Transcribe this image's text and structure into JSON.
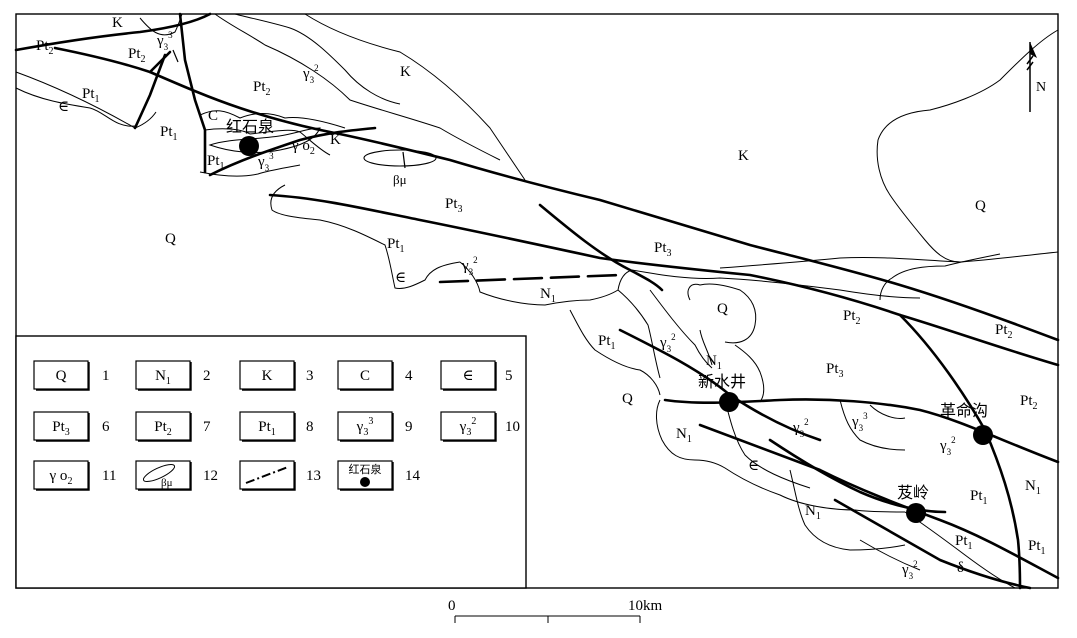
{
  "map_labels": {
    "K_top": "K",
    "Pt2_a": "Pt",
    "Pt2_a_sub": "2",
    "Pt2_b": "Pt",
    "Pt2_b_sub": "2",
    "gamma33_top": "γ",
    "gamma33_top_sub": "3",
    "gamma33_top_sup": "3",
    "gamma32_top": "γ",
    "gamma32_top_sub": "3",
    "gamma32_top_sup": "2",
    "K_north": "K",
    "Pt1_west": "Pt",
    "Pt1_west_sub": "1",
    "cambrian_west": "∈",
    "Pt2_mid": "Pt",
    "Pt2_mid_sub": "2",
    "C_label": "C",
    "Pt1_mid": "Pt",
    "Pt1_mid_sub": "1",
    "Pt1_small": "Pt",
    "Pt1_small_sub": "1",
    "gamma33_hsq": "γ",
    "gamma33_hsq_sub": "3",
    "gamma33_hsq_sup": "3",
    "gammao2": "γ o",
    "gammao2_sub": "2",
    "K_hsq": "K",
    "hongshiquan": "红石泉",
    "beta_mu": "βμ",
    "K_center": "K",
    "Pt3_center": "Pt",
    "Pt3_center_sub": "3",
    "Q_west": "Q",
    "Q_east": "Q",
    "Pt1_sw": "Pt",
    "Pt1_sw_sub": "1",
    "cambrian_sw": "∈",
    "gamma32_sw": "γ",
    "gamma32_sw_sub": "3",
    "gamma32_sw_sup": "2",
    "N1_center": "N",
    "N1_center_sub": "1",
    "Pt3_east": "Pt",
    "Pt3_east_sub": "3",
    "Q_center": "Q",
    "Pt1_se": "Pt",
    "Pt1_se_sub": "1",
    "gamma32_se": "γ",
    "gamma32_se_sub": "3",
    "gamma32_se_sup": "2",
    "N1_xsj": "N",
    "N1_xsj_sub": "1",
    "xinshuijing": "新水井",
    "Pt2_se": "Pt",
    "Pt2_se_sub": "2",
    "Pt3_se": "Pt",
    "Pt3_se_sub": "3",
    "Pt2_far": "Pt",
    "Pt2_far_sub": "2",
    "Pt2_far2": "Pt",
    "Pt2_far2_sub": "2",
    "Q_south": "Q",
    "geminggou": "革命沟",
    "N1_s1": "N",
    "N1_s1_sub": "1",
    "gamma32_s": "γ",
    "gamma32_s_sub": "3",
    "gamma32_s_sup": "2",
    "gamma33_s": "γ",
    "gamma33_s_sub": "3",
    "gamma33_s_sup": "3",
    "gamma32_gmg": "γ",
    "gamma32_gmg_sub": "3",
    "gamma32_gmg_sup": "2",
    "cambrian_s": "∈",
    "baling": "芨岭",
    "Pt1_bl": "Pt",
    "Pt1_bl_sub": "1",
    "N1_east": "N",
    "N1_east_sub": "1",
    "N1_s2": "N",
    "N1_s2_sub": "1",
    "Pt1_s": "Pt",
    "Pt1_s_sub": "1",
    "Pt1_far": "Pt",
    "Pt1_far_sub": "1",
    "delta": "δ",
    "gamma32_bot": "γ",
    "gamma32_bot_sub": "3",
    "gamma32_bot_sup": "2",
    "north_arrow": "N"
  },
  "legend": [
    {
      "num": "1",
      "main": "Q",
      "sub": "",
      "sup": ""
    },
    {
      "num": "2",
      "main": "N",
      "sub": "1",
      "sup": ""
    },
    {
      "num": "3",
      "main": "K",
      "sub": "",
      "sup": ""
    },
    {
      "num": "4",
      "main": "C",
      "sub": "",
      "sup": ""
    },
    {
      "num": "5",
      "main": "∈",
      "sub": "",
      "sup": ""
    },
    {
      "num": "6",
      "main": "Pt",
      "sub": "3",
      "sup": ""
    },
    {
      "num": "7",
      "main": "Pt",
      "sub": "2",
      "sup": ""
    },
    {
      "num": "8",
      "main": "Pt",
      "sub": "1",
      "sup": ""
    },
    {
      "num": "9",
      "main": "γ",
      "sub": "3",
      "sup": "3"
    },
    {
      "num": "10",
      "main": "γ",
      "sub": "3",
      "sup": "2"
    },
    {
      "num": "11",
      "main": "γ o",
      "sub": "2",
      "sup": ""
    },
    {
      "num": "12",
      "main": "βμ",
      "sub": "",
      "sup": ""
    },
    {
      "num": "13",
      "main": "",
      "sub": "",
      "sup": ""
    },
    {
      "num": "14",
      "main": "红石泉",
      "sub": "",
      "sup": ""
    }
  ],
  "scale_bar": {
    "start": "0",
    "end": "10km"
  },
  "colors": {
    "ink": "#000000",
    "paper": "#ffffff"
  },
  "icons": [
    "north-arrow-icon",
    "town-dot-icon",
    "dike-ellipse-icon",
    "fault-line-icon"
  ]
}
